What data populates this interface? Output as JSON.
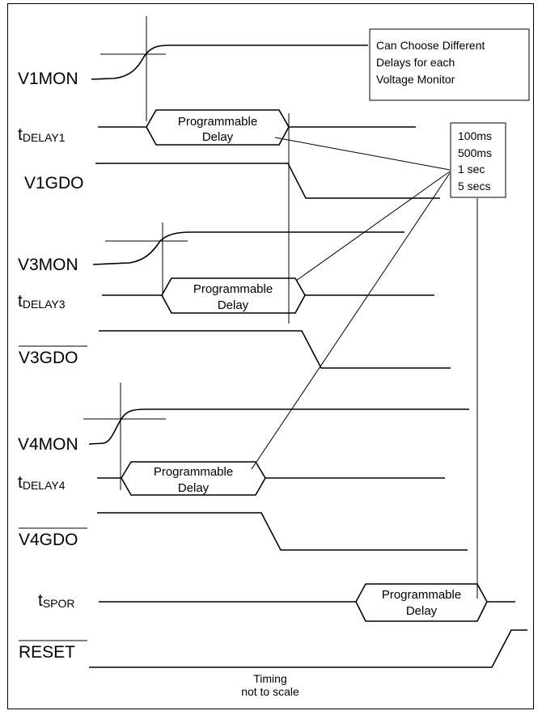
{
  "signals": {
    "v1mon": "V1MON",
    "tdelay1_main": "t",
    "tdelay1_sub": "DELAY1",
    "v1gdo": "V1GDO",
    "v3mon": "V3MON",
    "tdelay3_main": "t",
    "tdelay3_sub": "DELAY3",
    "v3gdo": "V3GDO",
    "v4mon": "V4MON",
    "tdelay4_main": "t",
    "tdelay4_sub": "DELAY4",
    "v4gdo": "V4GDO",
    "tspor_main": "t",
    "tspor_sub": "SPOR",
    "reset": "RESET"
  },
  "delay_boxes": {
    "line1": "Programmable",
    "line2": "Delay"
  },
  "note": {
    "line1": "Can Choose Different",
    "line2": "Delays for each",
    "line3": "Voltage Monitor"
  },
  "delay_options": [
    "100ms",
    "500ms",
    "1 sec",
    "5 secs"
  ],
  "footer": {
    "line1": "Timing",
    "line2": "not to scale"
  }
}
